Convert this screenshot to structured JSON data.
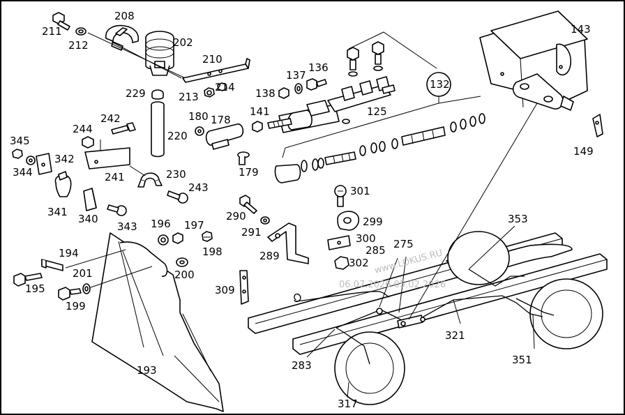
{
  "watermark": {
    "site": "www.LOKUS.RU",
    "date": "06.07.2026 05.02.2026"
  },
  "part_labels": {
    "l208": "208",
    "l211": "211",
    "l212": "212",
    "l202": "202",
    "l210": "210",
    "l213": "213",
    "l214": "214",
    "l229": "229",
    "l220": "220",
    "l180": "180",
    "l178": "178",
    "l179": "179",
    "l137": "137",
    "l136": "136",
    "l138": "138",
    "l141": "141",
    "l125": "125",
    "l132": "132",
    "l143": "143",
    "l149": "149",
    "l242": "242",
    "l244": "244",
    "l241": "241",
    "l230": "230",
    "l243": "243",
    "l345": "345",
    "l344": "344",
    "l342": "342",
    "l341": "341",
    "l340": "340",
    "l343": "343",
    "l196": "196",
    "l197": "197",
    "l198": "198",
    "l194": "194",
    "l201": "201",
    "l200": "200",
    "l195": "195",
    "l199": "199",
    "l193": "193",
    "l290": "290",
    "l291": "291",
    "l289": "289",
    "l301": "301",
    "l299": "299",
    "l300": "300",
    "l285": "285",
    "l275": "275",
    "l302": "302",
    "l309": "309",
    "l353": "353",
    "l321": "321",
    "l351": "351",
    "l283": "283",
    "l317": "317"
  }
}
